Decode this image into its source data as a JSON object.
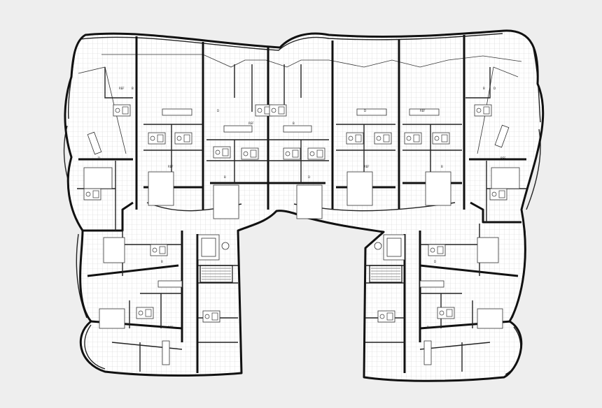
{
  "diagram": {
    "type": "architectural-floor-plan",
    "view": "typical residential level, two mirrored wings joined by a curved north bar",
    "colors": {
      "background": "#eeeeee",
      "floor": "#ffffff",
      "tile_grid": "#d2d2d2",
      "walls": "#111111",
      "fixtures": "#ffffff"
    }
  },
  "labels": {
    "room_tag": "B",
    "fridge_tag": "REF",
    "door_tag": "D"
  }
}
